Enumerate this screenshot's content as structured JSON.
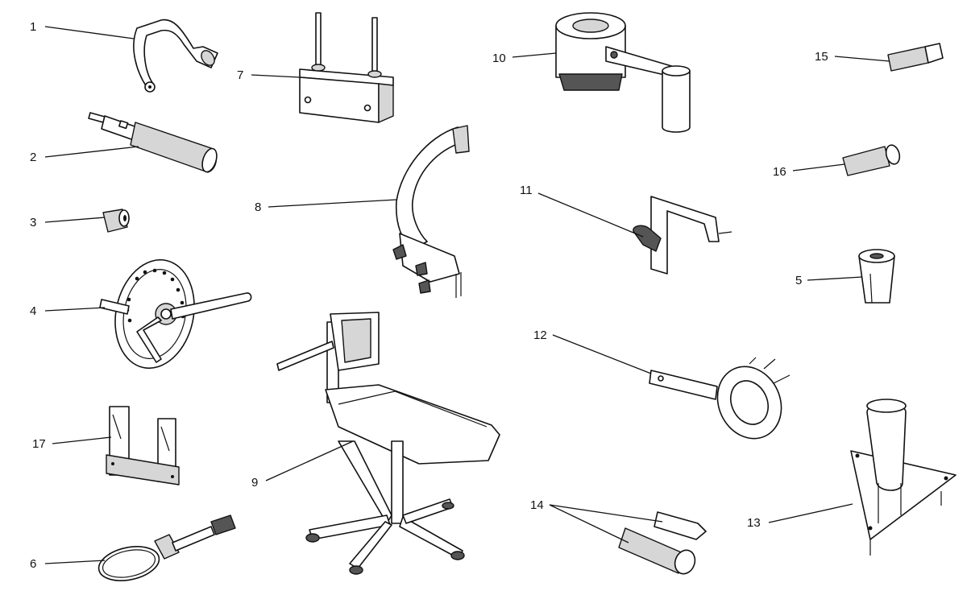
{
  "figure": {
    "callouts": [
      {
        "id": "c1",
        "text": "1"
      },
      {
        "id": "c2",
        "text": "2"
      },
      {
        "id": "c3",
        "text": "3"
      },
      {
        "id": "c4",
        "text": "4"
      },
      {
        "id": "c5",
        "text": "5"
      },
      {
        "id": "c6",
        "text": "6"
      },
      {
        "id": "c7",
        "text": "7"
      },
      {
        "id": "c8",
        "text": "8"
      },
      {
        "id": "c9",
        "text": "9"
      },
      {
        "id": "c10",
        "text": "10"
      },
      {
        "id": "c11",
        "text": "11"
      },
      {
        "id": "c12",
        "text": "12"
      },
      {
        "id": "c13",
        "text": "13"
      },
      {
        "id": "c14",
        "text": "14"
      },
      {
        "id": "c15",
        "text": "15"
      },
      {
        "id": "c16",
        "text": "16"
      },
      {
        "id": "c17",
        "text": "17"
      }
    ]
  }
}
